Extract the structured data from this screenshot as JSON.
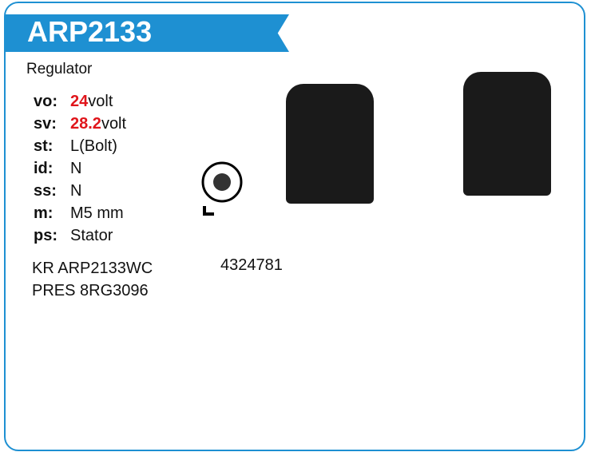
{
  "header": {
    "title": "ARP2133",
    "subtitle": "Regulator"
  },
  "specs": [
    {
      "key": "vo:",
      "value": "24",
      "unit": " volt",
      "highlight": true
    },
    {
      "key": "sv:",
      "value": "28.2",
      "unit": " volt",
      "highlight": true
    },
    {
      "key": "st:",
      "value": "L(Bolt)"
    },
    {
      "key": "id:",
      "value": "N"
    },
    {
      "key": "ss:",
      "value": "N"
    },
    {
      "key": "m:",
      "value": "M5 mm"
    },
    {
      "key": "ps:",
      "value": "Stator"
    }
  ],
  "cross_refs": [
    "KR ARP2133WC",
    "PRES 8RG3096"
  ],
  "oe_number": "4324781",
  "terminal_label": "L",
  "colors": {
    "accent": "#1e90d2",
    "highlight": "#e0151b"
  }
}
